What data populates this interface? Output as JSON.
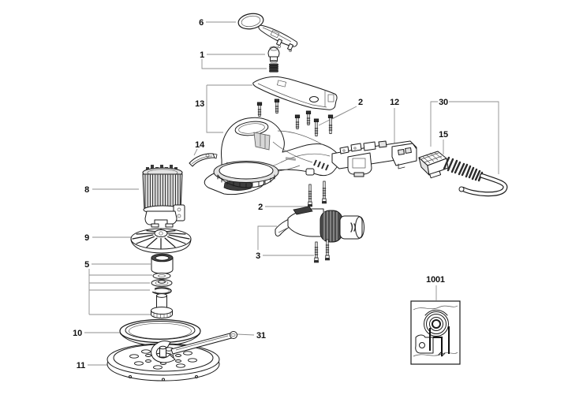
{
  "figure": {
    "kind": "exploded-view-parts-diagram"
  },
  "colors": {
    "background": "#ffffff",
    "line": "#1a1a1a",
    "leader": "#8f8f8f",
    "shade_dark": "#3d3d3d",
    "shade_light": "#e3e3e3"
  },
  "callouts": [
    {
      "number": "6",
      "part": "top-cover-cap"
    },
    {
      "number": "1",
      "part": "plug-pin-and-spring"
    },
    {
      "number": "13",
      "part": "housing-cover-and-body"
    },
    {
      "number": "14",
      "part": "retaining-clip"
    },
    {
      "number": "2",
      "part": "housing-screws-top"
    },
    {
      "number": "12",
      "part": "electronics-switch-module"
    },
    {
      "number": "30",
      "part": "mains-cable-assembly"
    },
    {
      "number": "15",
      "part": "cable-plug-with-strain-relief"
    },
    {
      "number": "8",
      "part": "motor-unit"
    },
    {
      "number": "2",
      "part": "screws-mid"
    },
    {
      "number": "9",
      "part": "fan"
    },
    {
      "number": "3",
      "part": "bearing-housing-with-screws"
    },
    {
      "number": "5",
      "part": "bearing-washer-shaft-stack"
    },
    {
      "number": "10",
      "part": "sealing-ring"
    },
    {
      "number": "31",
      "part": "service-wrench"
    },
    {
      "number": "11",
      "part": "backing-pad"
    },
    {
      "number": "1001",
      "part": "service-detail-inset"
    }
  ]
}
